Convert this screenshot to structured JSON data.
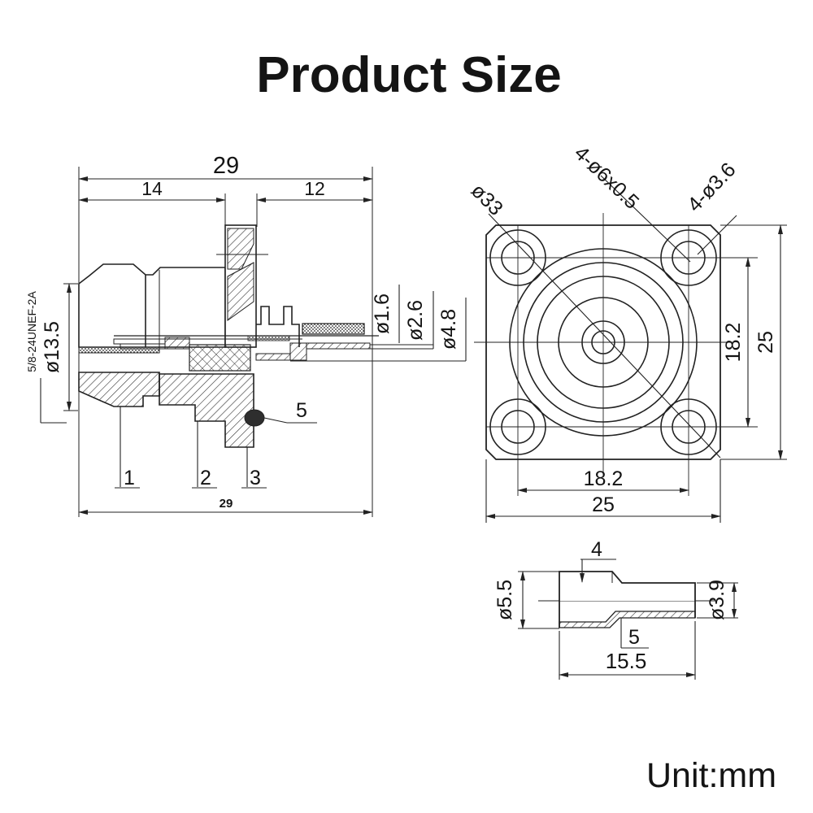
{
  "title": "Product Size",
  "unit": "Unit:mm",
  "colors": {
    "title": "#1d6ea9",
    "line": "#222222"
  },
  "side_view": {
    "dim_overall_top": "29",
    "dim_left": "14",
    "dim_right": "12",
    "dim_bottom": "29",
    "thread_label": "5/8-24UNEF-2A",
    "dim_nut": "ø13.5",
    "dim_pin": "ø1.6",
    "dim_insulator": "ø2.6",
    "dim_tube": "ø4.8",
    "label_1": "1",
    "label_2": "2",
    "label_3": "3",
    "label_5": "5"
  },
  "flange_view": {
    "dim_circle": "ø33",
    "dim_counterbore": "4-ø6x0.5",
    "dim_holes": "4-ø3.6",
    "dim_spacing_right": "18.2",
    "dim_size_right": "25",
    "dim_spacing_bottom": "18.2",
    "dim_size_bottom": "25"
  },
  "ferrule_view": {
    "label_4": "4",
    "label_5": "5",
    "dim_large": "ø5.5",
    "dim_small": "ø3.9",
    "dim_length": "15.5"
  }
}
